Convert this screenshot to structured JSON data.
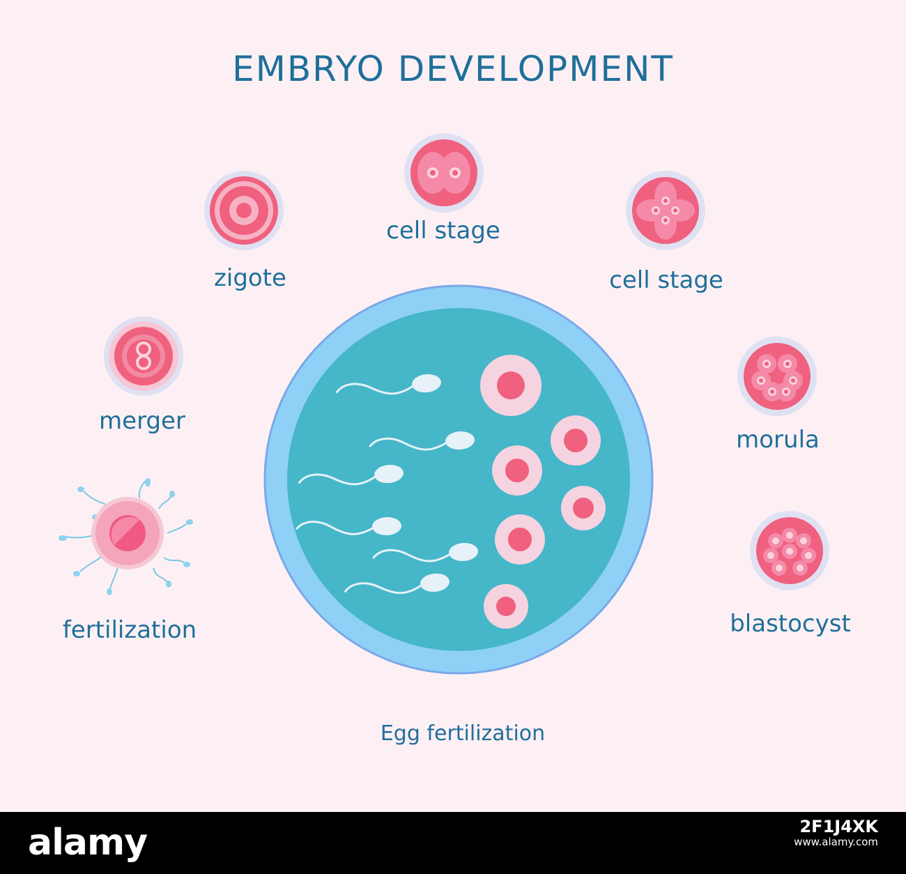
{
  "title": "EMBRYO DEVELOPMENT",
  "stages": {
    "fertilization": "fertilization",
    "merger": "merger",
    "zigote": "zigote",
    "cell_stage_2": "cell stage",
    "cell_stage_4": "cell stage",
    "morula": "morula",
    "blastocyst": "blastocyst"
  },
  "center_caption": "Egg fertilization",
  "colors": {
    "title": "#1f6f9a",
    "cell_pink": "#f0607f",
    "cell_light": "#f7a9bb",
    "halo": "#dfe1f3",
    "dish_outer": "#8fd0f6",
    "dish_inner": "#46b6c9",
    "sperm": "#e6f2f8"
  },
  "footer": {
    "brand": "alamy",
    "image_id": "2F1J4XK",
    "site": "www.alamy.com"
  }
}
